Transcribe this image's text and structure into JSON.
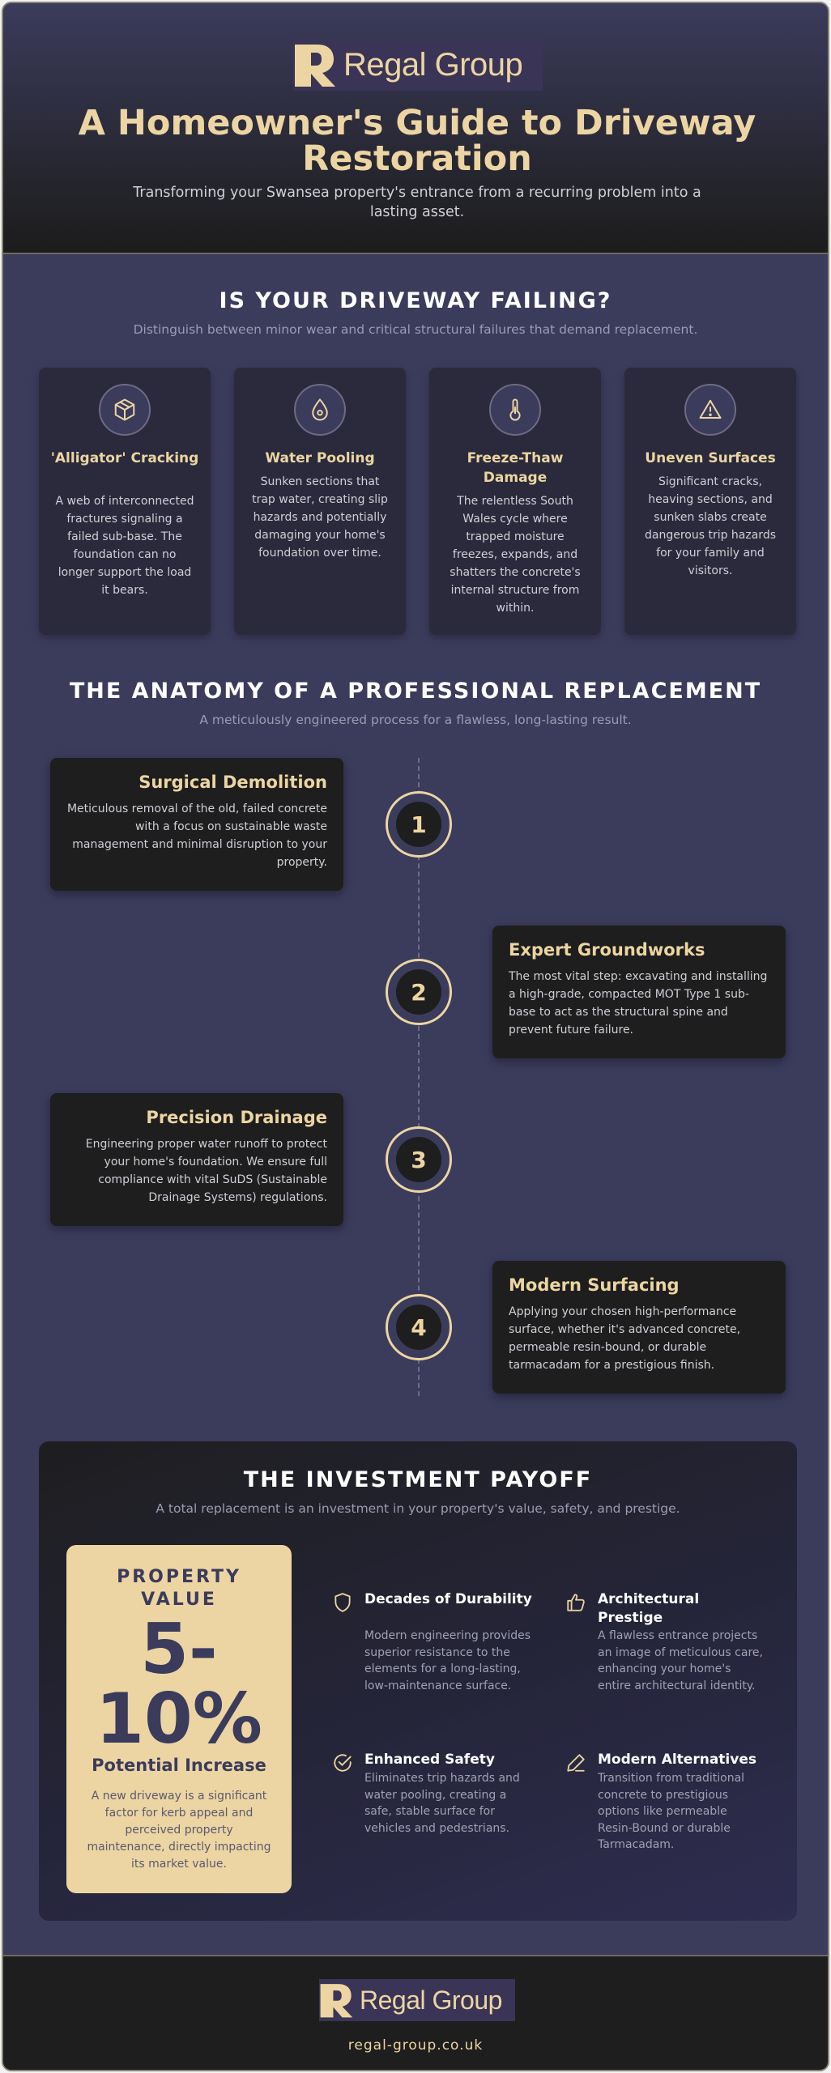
{
  "brand": {
    "name": "Regal Group",
    "accent": "#ecd5a2",
    "primary": "#3b3b5c",
    "dark": "#1e1e1e"
  },
  "header": {
    "title": "A Homeowner's Guide to Driveway Restoration",
    "subtitle": "Transforming your Swansea property's entrance from a recurring problem into a lasting asset."
  },
  "failing": {
    "title": "IS YOUR DRIVEWAY FAILING?",
    "subtitle": "Distinguish between minor wear and critical structural failures that demand replacement.",
    "cards": [
      {
        "icon": "cube-icon",
        "title": "'Alligator' Cracking",
        "desc": "A web of interconnected fractures signaling a failed sub-base. The foundation can no longer support the load it bears."
      },
      {
        "icon": "water-drop-icon",
        "title": "Water Pooling",
        "desc": "Sunken sections that trap water, creating slip hazards and potentially damaging your home's foundation over time."
      },
      {
        "icon": "thermometer-icon",
        "title": "Freeze-Thaw Damage",
        "desc": "The relentless South Wales cycle where trapped moisture freezes, expands, and shatters the concrete's internal structure from within."
      },
      {
        "icon": "warning-icon",
        "title": "Uneven Surfaces",
        "desc": "Significant cracks, heaving sections, and sunken slabs create dangerous trip hazards for your family and visitors."
      }
    ]
  },
  "anatomy": {
    "title": "THE ANATOMY OF A PROFESSIONAL REPLACEMENT",
    "subtitle": "A meticulously engineered process for a flawless, long-lasting result.",
    "steps": [
      {
        "num": "1",
        "title": "Surgical Demolition",
        "desc": "Meticulous removal of the old, failed concrete with a focus on sustainable waste management and minimal disruption to your property."
      },
      {
        "num": "2",
        "title": "Expert Groundworks",
        "desc": "The most vital step: excavating and installing a high-grade, compacted MOT Type 1 sub-base to act as the structural spine and prevent future failure."
      },
      {
        "num": "3",
        "title": "Precision Drainage",
        "desc": "Engineering proper water runoff to protect your home's foundation. We ensure full compliance with vital SuDS (Sustainable Drainage Systems) regulations."
      },
      {
        "num": "4",
        "title": "Modern Surfacing",
        "desc": "Applying your chosen high-performance surface, whether it's advanced concrete, permeable resin-bound, or durable tarmacadam for a prestigious finish."
      }
    ]
  },
  "investment": {
    "title": "THE INVESTMENT PAYOFF",
    "subtitle": "A total replacement is an investment in your property's value, safety, and prestige.",
    "value_card": {
      "label": "PROPERTY VALUE",
      "number": "5-10%",
      "sub": "Potential Increase",
      "desc": "A new driveway is a significant factor for kerb appeal and perceived property maintenance, directly impacting its market value."
    },
    "benefits": [
      {
        "icon": "shield-icon",
        "title": "Decades of Durability",
        "desc": "Modern engineering provides superior resistance to the elements for a long-lasting, low-maintenance surface."
      },
      {
        "icon": "thumbs-up-icon",
        "title": "Architectural Prestige",
        "desc": "A flawless entrance projects an image of meticulous care, enhancing your home's entire architectural identity."
      },
      {
        "icon": "check-circle-icon",
        "title": "Enhanced Safety",
        "desc": "Eliminates trip hazards and water pooling, creating a safe, stable surface for vehicles and pedestrians."
      },
      {
        "icon": "pen-icon",
        "title": "Modern Alternatives",
        "desc": "Transition from traditional concrete to prestigious options like permeable Resin-Bound or durable Tarmacadam."
      }
    ]
  },
  "footer": {
    "url": "regal-group.co.uk"
  }
}
